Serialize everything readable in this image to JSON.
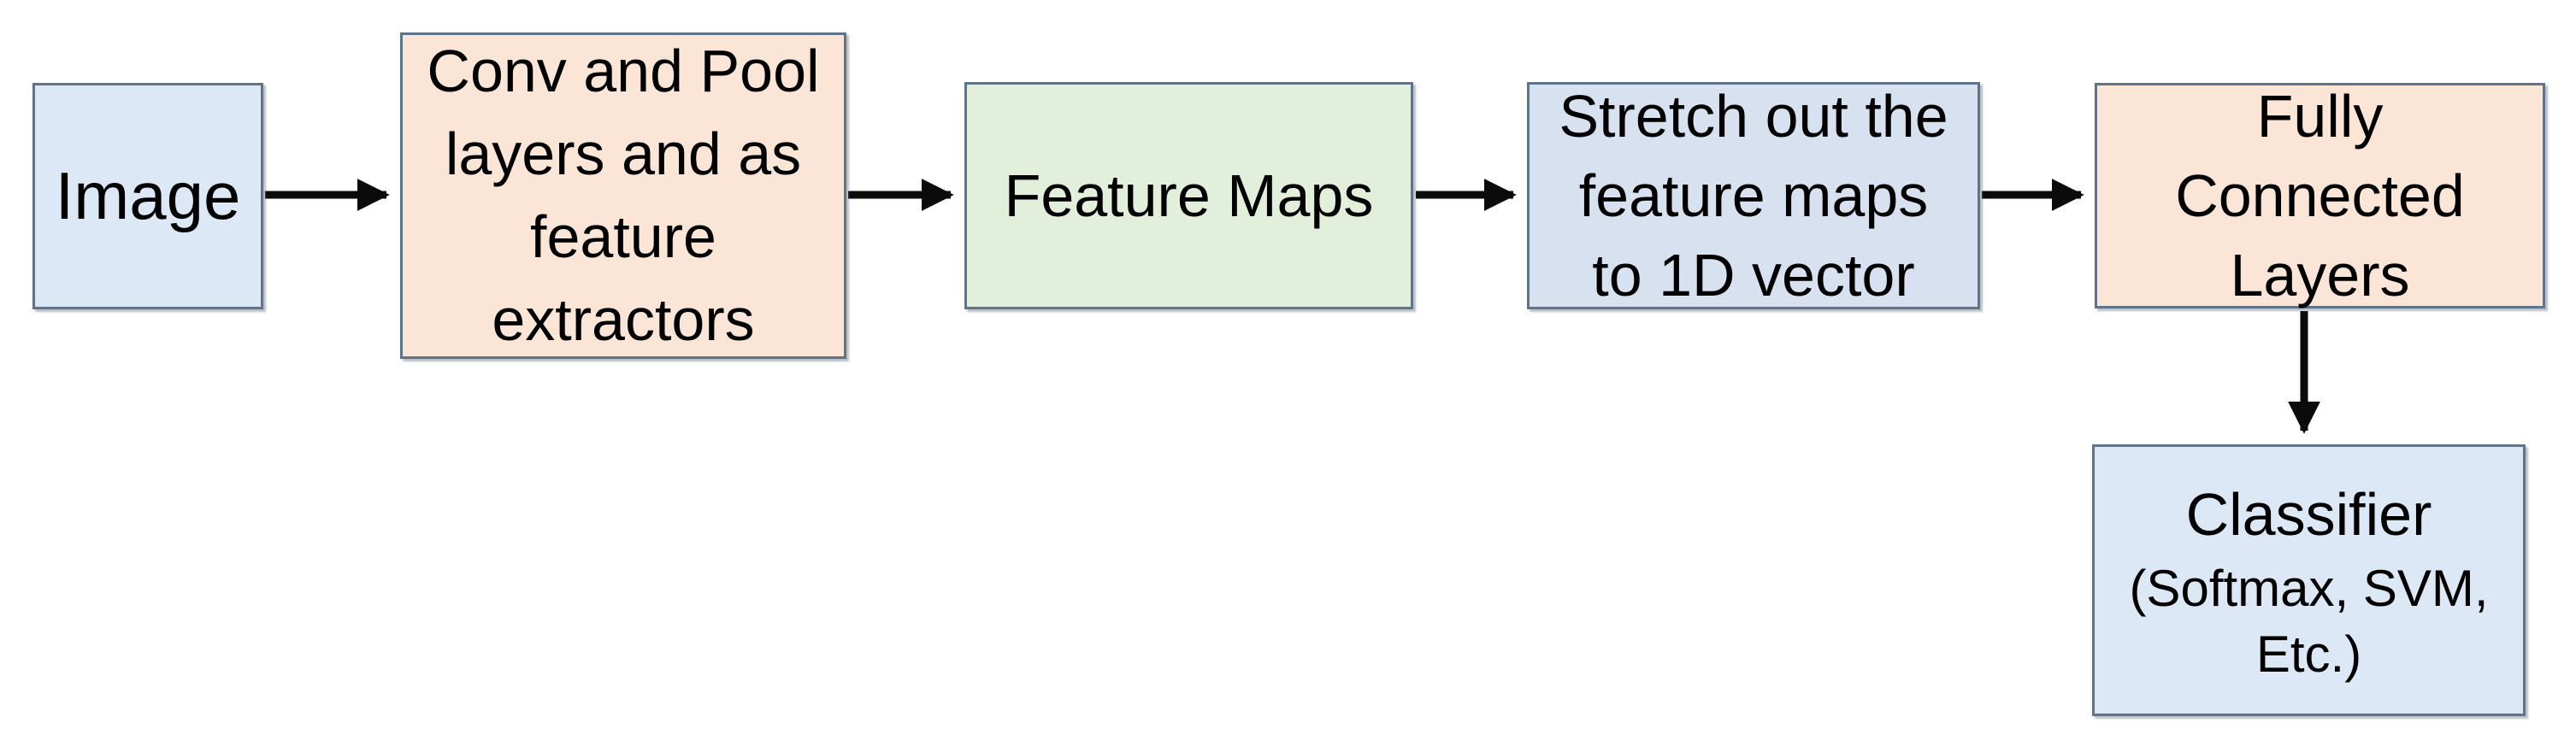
{
  "diagram": {
    "type": "flowchart",
    "background_color": "#ffffff",
    "border_color": "#5f7488",
    "arrow_color": "#0b0b0b",
    "text_color": "#000000",
    "boxes": {
      "image": {
        "label_lines": [
          "Image"
        ],
        "fill": "#dce8f5"
      },
      "conv_pool": {
        "label_lines": [
          "Conv and Pool",
          "layers and as",
          "feature",
          "extractors"
        ],
        "fill": "#fbe5d6"
      },
      "feature_maps": {
        "label_lines": [
          "Feature Maps"
        ],
        "fill": "#e2efda"
      },
      "stretch": {
        "label_lines": [
          "Stretch out the",
          "feature maps",
          "to 1D vector"
        ],
        "fill": "#d8e1f0"
      },
      "fully_connected": {
        "label_lines": [
          "Fully",
          "Connected",
          "Layers"
        ],
        "fill": "#fbe5d6"
      },
      "classifier": {
        "title": "Classifier",
        "subtitle_lines": [
          "(Softmax, SVM,",
          "Etc.)"
        ],
        "fill": "#dce8f5"
      }
    },
    "flow": [
      {
        "from": "image",
        "to": "conv_pool"
      },
      {
        "from": "conv_pool",
        "to": "feature_maps"
      },
      {
        "from": "feature_maps",
        "to": "stretch"
      },
      {
        "from": "stretch",
        "to": "fully_connected"
      },
      {
        "from": "fully_connected",
        "to": "classifier"
      }
    ]
  }
}
